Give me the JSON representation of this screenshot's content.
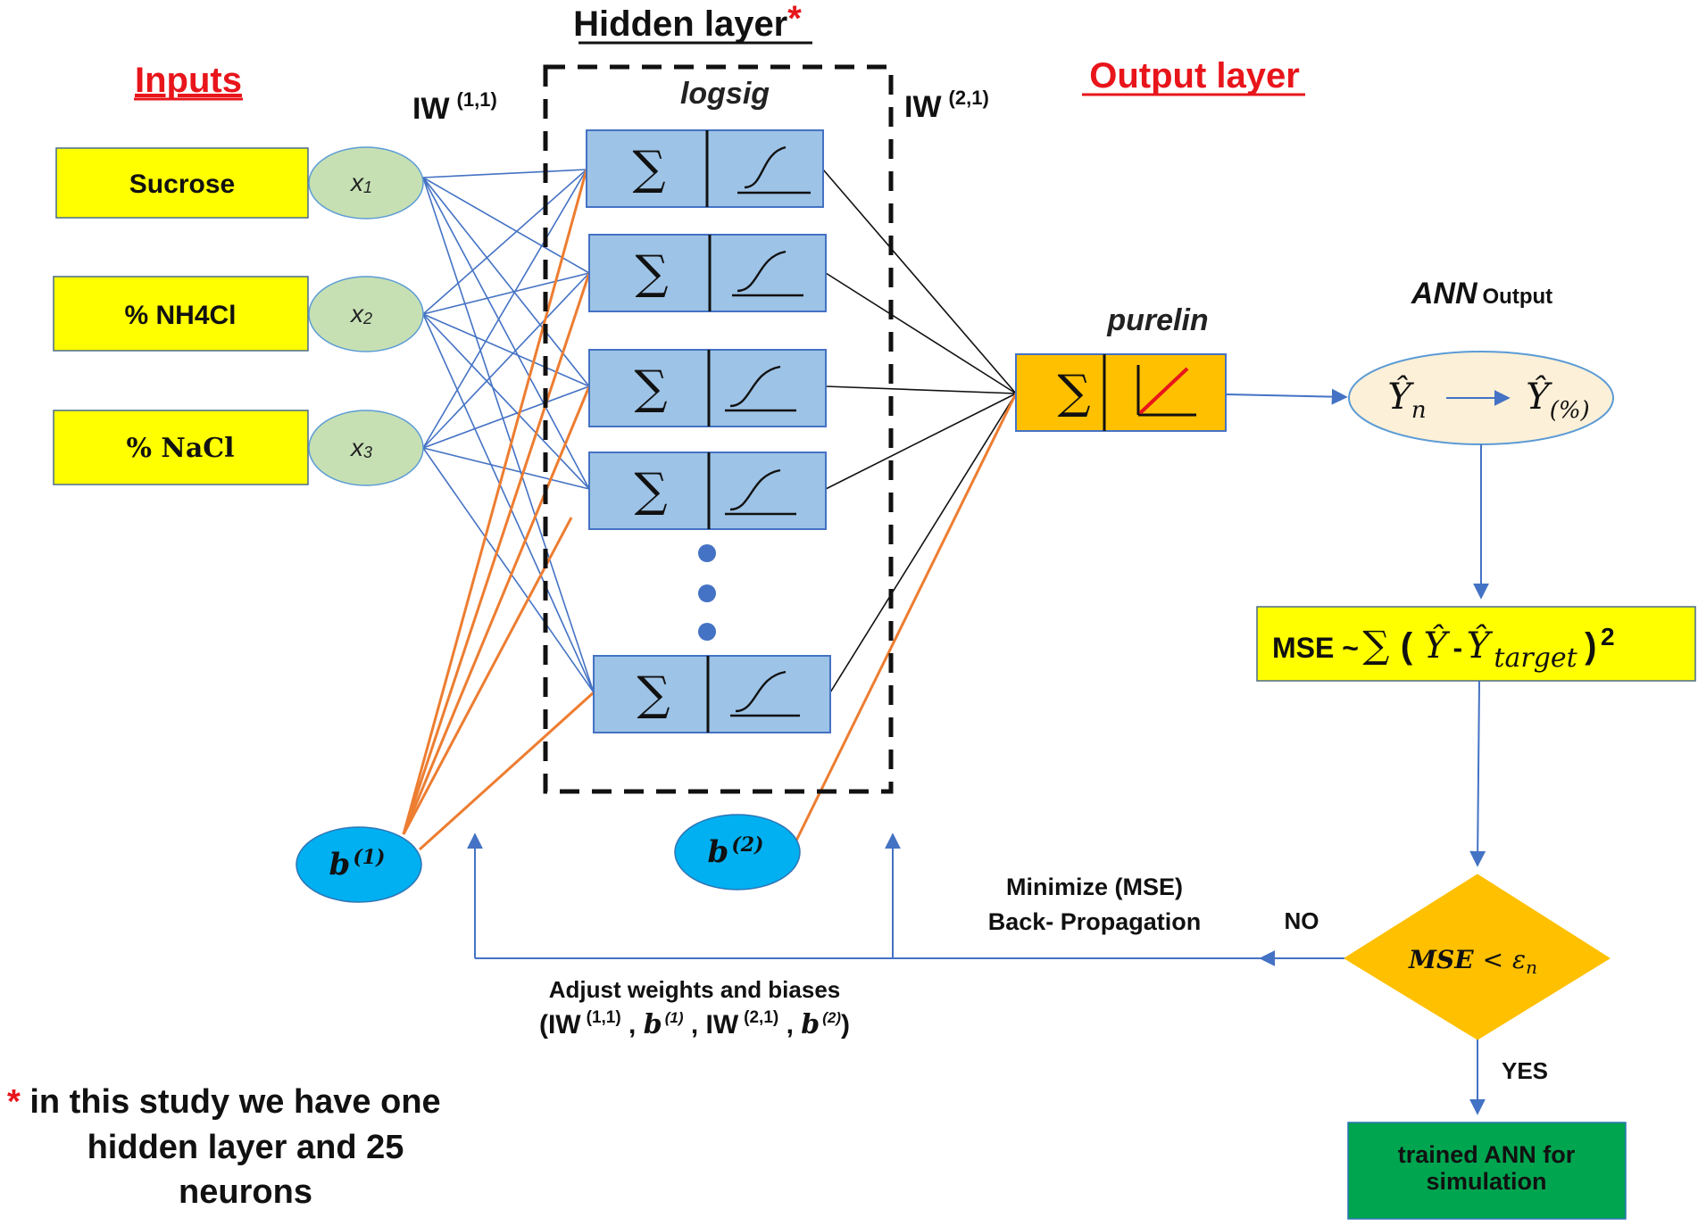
{
  "headings": {
    "inputs": "Inputs",
    "hidden_layer": "Hidden layer",
    "hidden_star": "*",
    "output_layer": "Output layer"
  },
  "weights": {
    "iw1_label": "IW",
    "iw1_sup": "(1,1)",
    "iw2_label": "IW",
    "iw2_sup": "(2,1)"
  },
  "inputs": [
    {
      "label": "Sucrose",
      "node": "x",
      "sub": "1"
    },
    {
      "label": "% NH4Cl",
      "node": "x",
      "sub": "2"
    },
    {
      "label": "% NaCl",
      "node": "x",
      "sub": "3"
    }
  ],
  "hidden": {
    "activation": "logsig",
    "sum_symbol": "∑",
    "neurons_drawn": 5
  },
  "biases": {
    "b1": "b",
    "b1_sup": "(1)",
    "b2": "b",
    "b2_sup": "(2)"
  },
  "output": {
    "activation": "purelin",
    "sum_symbol": "∑",
    "ann_label": "ANN",
    "ann_sub": "Output",
    "y_n": "Ŷ",
    "y_n_sub": "n",
    "y_pct": "Ŷ",
    "y_pct_sub": "(%)"
  },
  "mse": {
    "prefix": "MSE ~",
    "sum": "∑",
    "open": "(",
    "y": "Ŷ",
    "minus": "-",
    "y_target": "Ŷ",
    "target_sub": "target",
    "close": ")",
    "power": "2"
  },
  "decision": {
    "condition_mse": "MSE",
    "condition_op": "<",
    "condition_eps": "ε",
    "condition_sub": "n",
    "no": "NO",
    "yes": "YES"
  },
  "feedback": {
    "minimize": "Minimize (MSE)",
    "backprop": "Back- Propagation",
    "adjust": "Adjust weights and biases",
    "adjust_detail_open": "(",
    "adjust_iw1": "IW",
    "adjust_iw1_sup": "(1,1)",
    "adjust_b1": "b",
    "adjust_b1_sup": "(1)",
    "adjust_iw2": "IW",
    "adjust_iw2_sup": "(2,1)",
    "adjust_b2": "b",
    "adjust_b2_sup": "(2)",
    "adjust_detail_close": ")"
  },
  "result": {
    "line1": "trained ANN for",
    "line2": "simulation"
  },
  "footnote": {
    "star": "*",
    "line1": " in this study we have one",
    "line2": "hidden layer and 25",
    "line3": "neurons"
  },
  "colors": {
    "red_heading": "#e8151b",
    "input_box": "#ffff00",
    "input_node": "#c6e0b4",
    "neuron_box": "#9dc3e6",
    "output_box": "#ffc000",
    "output_ellipse": "#fdf0d8",
    "bias": "#00b0f0",
    "blue_line": "#4472c4",
    "orange_line": "#ed7d31",
    "decision": "#ffc000",
    "result_box": "#00a550",
    "mse_box": "#ffff00"
  }
}
